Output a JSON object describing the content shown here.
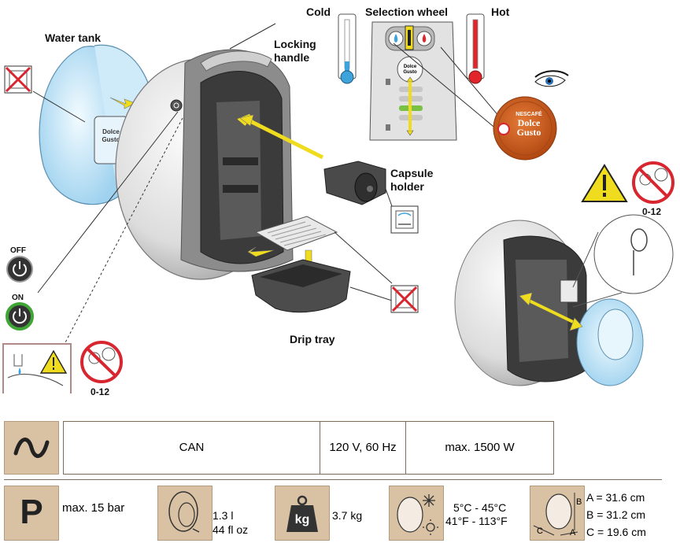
{
  "labels": {
    "water_tank": "Water tank",
    "locking_handle": "Locking\nhandle",
    "cold": "Cold",
    "selection_wheel": "Selection wheel",
    "hot": "Hot",
    "capsule_holder": "Capsule\nholder",
    "drip_tray": "Drip tray",
    "off": "OFF",
    "on": "ON",
    "age_left": "0-12",
    "age_right": "0-12"
  },
  "capsule_brand": {
    "line1": "NESCAFÉ",
    "line2": "Dolce",
    "line3": "Gusto"
  },
  "electrical": {
    "region": "CAN",
    "voltage": "120 V,  60 Hz",
    "power": "max. 1500 W"
  },
  "specs": {
    "pressure_symbol": "P",
    "pressure": "max. 15 bar",
    "tank_l": "1.3 l",
    "tank_oz": "44 fl oz",
    "weight_symbol": "kg",
    "weight": "3.7 kg",
    "temp_c": "5°C -  45°C",
    "temp_f": "41°F - 113°F",
    "dim_a": "A = 31.6 cm",
    "dim_b": "B = 31.2 cm",
    "dim_c": "C = 19.6 cm",
    "dim_label_a": "A",
    "dim_label_b": "B",
    "dim_label_c": "C"
  },
  "colors": {
    "accent_tan": "#d9c1a3",
    "arrow_yellow": "#f0dc1e",
    "warning_red": "#d7262f",
    "hot_red": "#e0262a",
    "cold_blue": "#3ea3db",
    "capsule_orange": "#c9571e"
  }
}
